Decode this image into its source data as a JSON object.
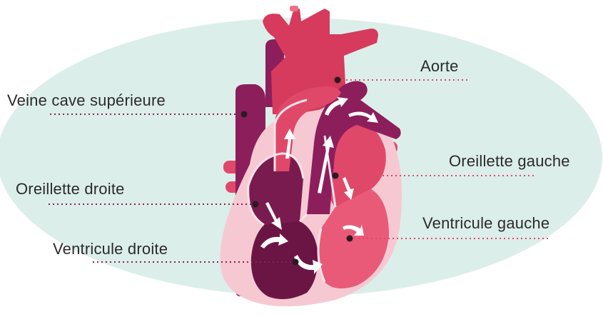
{
  "diagram": {
    "labels": {
      "aorta": "Aorte",
      "superior_vena_cava": "Veine cave supérieure",
      "left_atrium": "Oreillette gauche",
      "right_atrium": "Oreillette droite",
      "left_ventricle": "Ventricule gauche",
      "right_ventricle": "Ventricule droite"
    },
    "colors": {
      "background_ellipse": "#dceee9",
      "deoxygenated": "#7a1b4f",
      "oxygenated": "#e0486a",
      "myocardium": "#f6c9d2",
      "leader_line_blue": "#8a1e5a",
      "leader_line_red": "#e0486a",
      "label_text": "#2b2b2b"
    }
  }
}
